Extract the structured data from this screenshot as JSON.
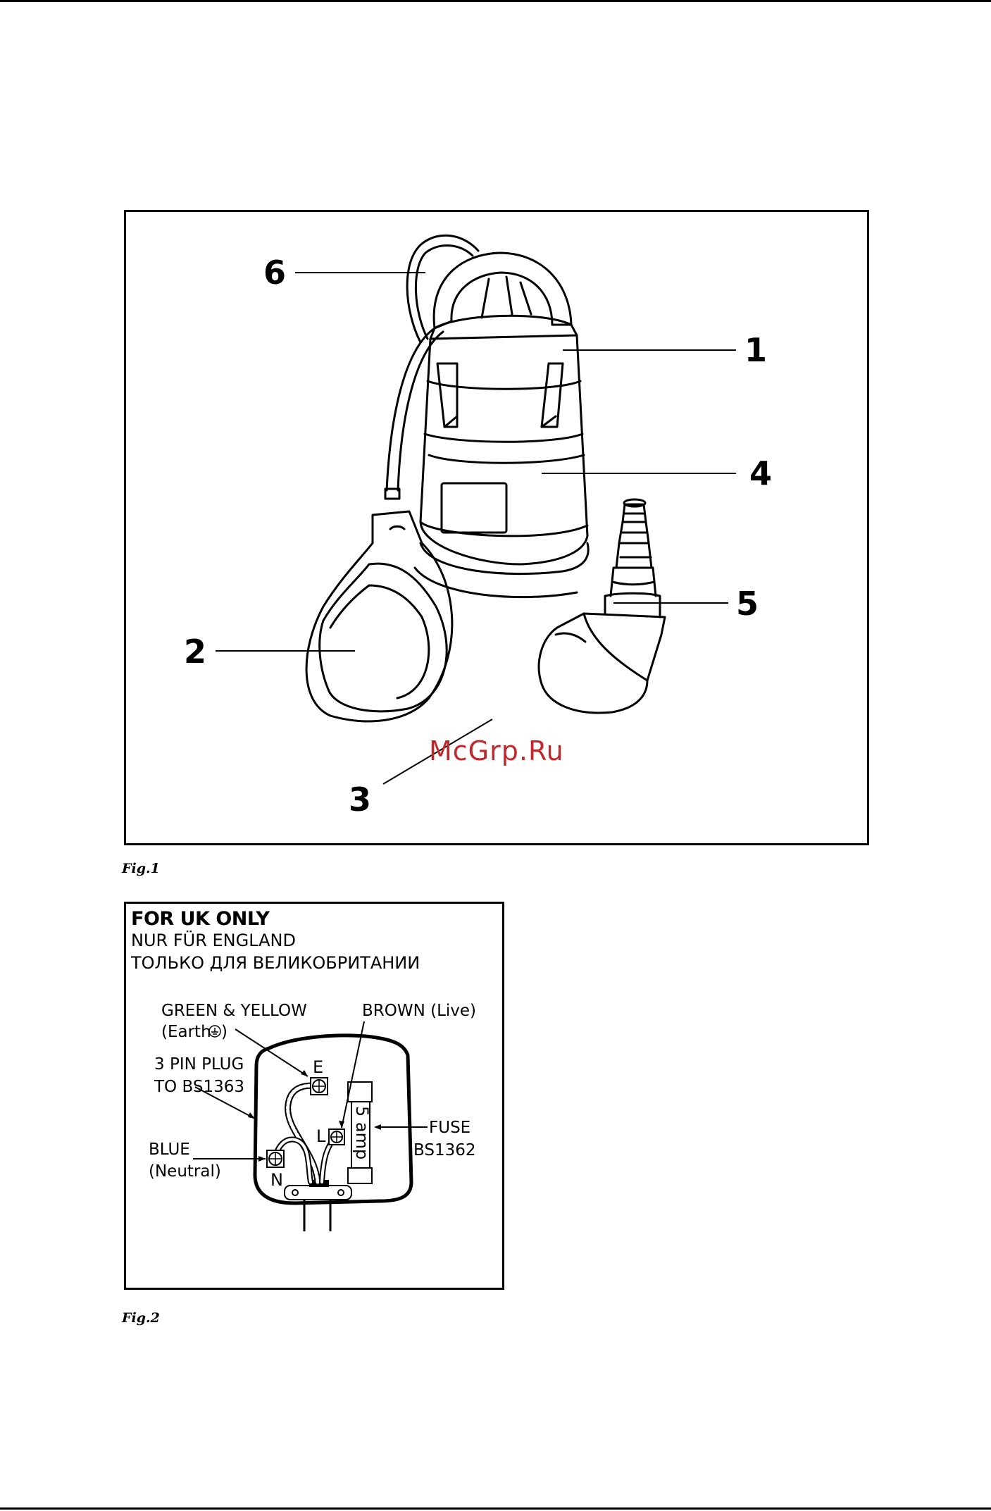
{
  "figures": {
    "fig1": {
      "caption": "Fig.1",
      "callouts": [
        "1",
        "2",
        "3",
        "4",
        "5",
        "6"
      ],
      "watermark": "McGrp.Ru"
    },
    "fig2": {
      "caption": "Fig.2",
      "header": [
        "FOR UK ONLY",
        "NUR FÜR ENGLAND",
        "ТОЛЬКО ДЛЯ ВЕЛИКОБРИТАНИИ"
      ],
      "labels": {
        "green_yellow": "GREEN & YELLOW",
        "earth": "(Earth",
        "earth_close": ")",
        "brown": "BROWN (Live)",
        "plug_1": "3 PIN PLUG",
        "plug_2": "TO BS1363",
        "blue": "BLUE",
        "neutral": "(Neutral)",
        "fuse": "FUSE",
        "fuse_std": "BS1362",
        "terminal_e": "E",
        "terminal_l": "L",
        "terminal_n": "N",
        "fuse_rating": "5 amp"
      }
    }
  },
  "colors": {
    "ink": "#000000",
    "watermark": "#c0282d"
  }
}
